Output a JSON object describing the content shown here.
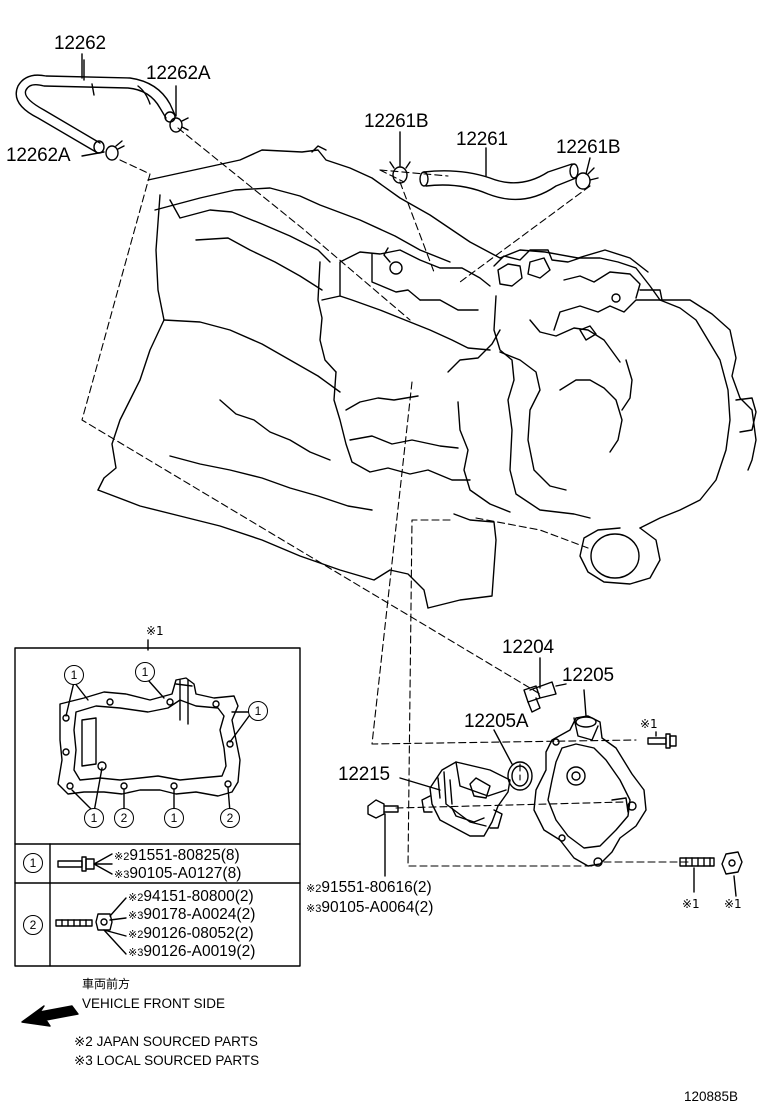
{
  "parts": {
    "p12262": "12262",
    "p12262A_top": "12262A",
    "p12262A_left": "12262A",
    "p12261B_left": "12261B",
    "p12261": "12261",
    "p12261B_right": "12261B",
    "p12204": "12204",
    "p12205": "12205",
    "p12205A": "12205A",
    "p12215": "12215"
  },
  "marks": {
    "m1_inset_title": "※1",
    "m1_bolt": "※1",
    "m1_stud": "※1",
    "m1_nut": "※1"
  },
  "inset": {
    "callouts": [
      "1",
      "1",
      "1",
      "1",
      "1",
      "2",
      "1",
      "2"
    ],
    "rows": [
      {
        "key": "1",
        "lines": [
          {
            "mark": "※2",
            "part": "91551-80825(8)"
          },
          {
            "mark": "※3",
            "part": "90105-A0127(8)"
          }
        ]
      },
      {
        "key": "2",
        "lines": [
          {
            "mark": "※2",
            "part": "94151-80800(2)"
          },
          {
            "mark": "※3",
            "part": "90178-A0024(2)"
          },
          {
            "mark": "※2",
            "part": "90126-08052(2)"
          },
          {
            "mark": "※3",
            "part": "90126-A0019(2)"
          }
        ]
      }
    ]
  },
  "bolt_callout": {
    "line1_mark": "※2",
    "line1_part": "91551-80616(2)",
    "line2_mark": "※3",
    "line2_part": "90105-A0064(2)"
  },
  "legend": {
    "front_jp": "車両前方",
    "front_en": "VEHICLE FRONT SIDE",
    "note2": "※2 JAPAN SOURCED PARTS",
    "note3": "※3 LOCAL SOURCED PARTS"
  },
  "figure_id": "120885B"
}
